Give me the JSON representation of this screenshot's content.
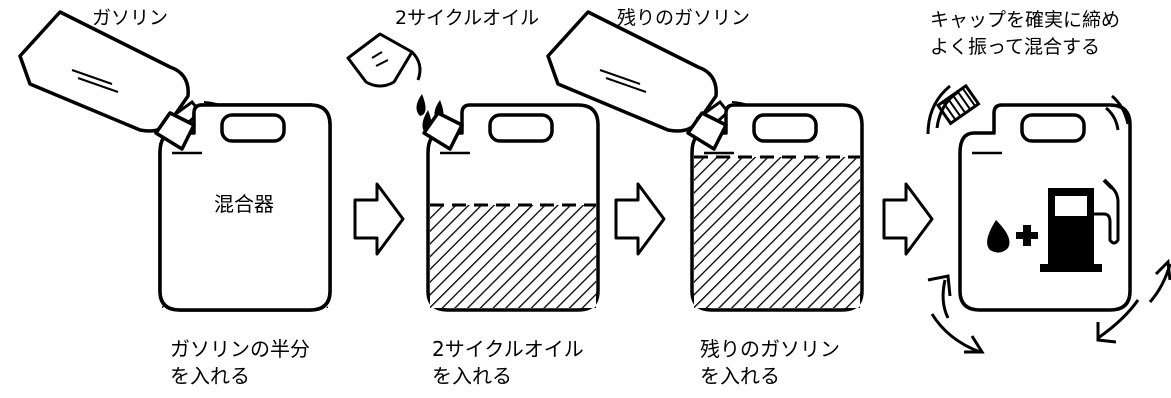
{
  "steps": [
    {
      "top_label": "ガソリン",
      "container_label": "混合器",
      "caption_line1": "ガソリンの半分",
      "caption_line2": "を入れる"
    },
    {
      "top_label": "2サイクルオイル",
      "caption_line1": "2サイクルオイル",
      "caption_line2": "を入れる"
    },
    {
      "top_label": "残りのガソリン",
      "caption_line1": "残りのガソリン",
      "caption_line2": "を入れる"
    },
    {
      "top_label_line1": "キャップを確実に締め",
      "top_label_line2": "よく振って混合する"
    }
  ],
  "icons": [
    "gasoline-bottle-icon",
    "oil-measuring-cup-icon",
    "oil-drop-icon",
    "fuel-can-icon",
    "next-step-arrow-icon",
    "gas-pump-icon",
    "cap-icon",
    "shake-motion-icon"
  ],
  "colors": {
    "ink": "#000000",
    "background": "#ffffff"
  }
}
